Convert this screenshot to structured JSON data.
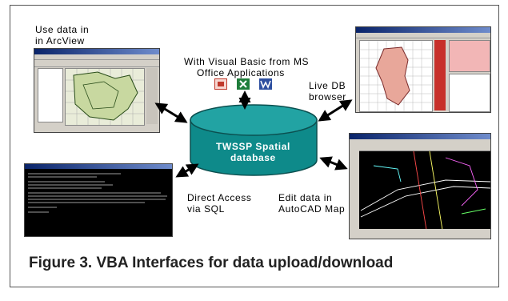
{
  "labels": {
    "arcview_line1": "Use data in",
    "arcview_line2": "in ArcView",
    "vb_line1": "With Visual Basic from MS",
    "vb_line2": "Office Applications",
    "live_line1": "Live DB",
    "live_line2": "browser",
    "sql_line1": "Direct Access",
    "sql_line2": "via SQL",
    "autocad_line1": "Edit data in",
    "autocad_line2": "AutoCAD Map"
  },
  "database": {
    "line1": "TWSSP Spatial",
    "line2": "database",
    "fill": "#0e8a8a"
  },
  "office_icons": [
    {
      "name": "powerpoint-icon",
      "color": "#c0392b"
    },
    {
      "name": "excel-icon",
      "color": "#1e7d3a"
    },
    {
      "name": "word-icon",
      "color": "#2d4fa0"
    }
  ],
  "caption": "Figure 3. VBA Interfaces for data upload/download"
}
